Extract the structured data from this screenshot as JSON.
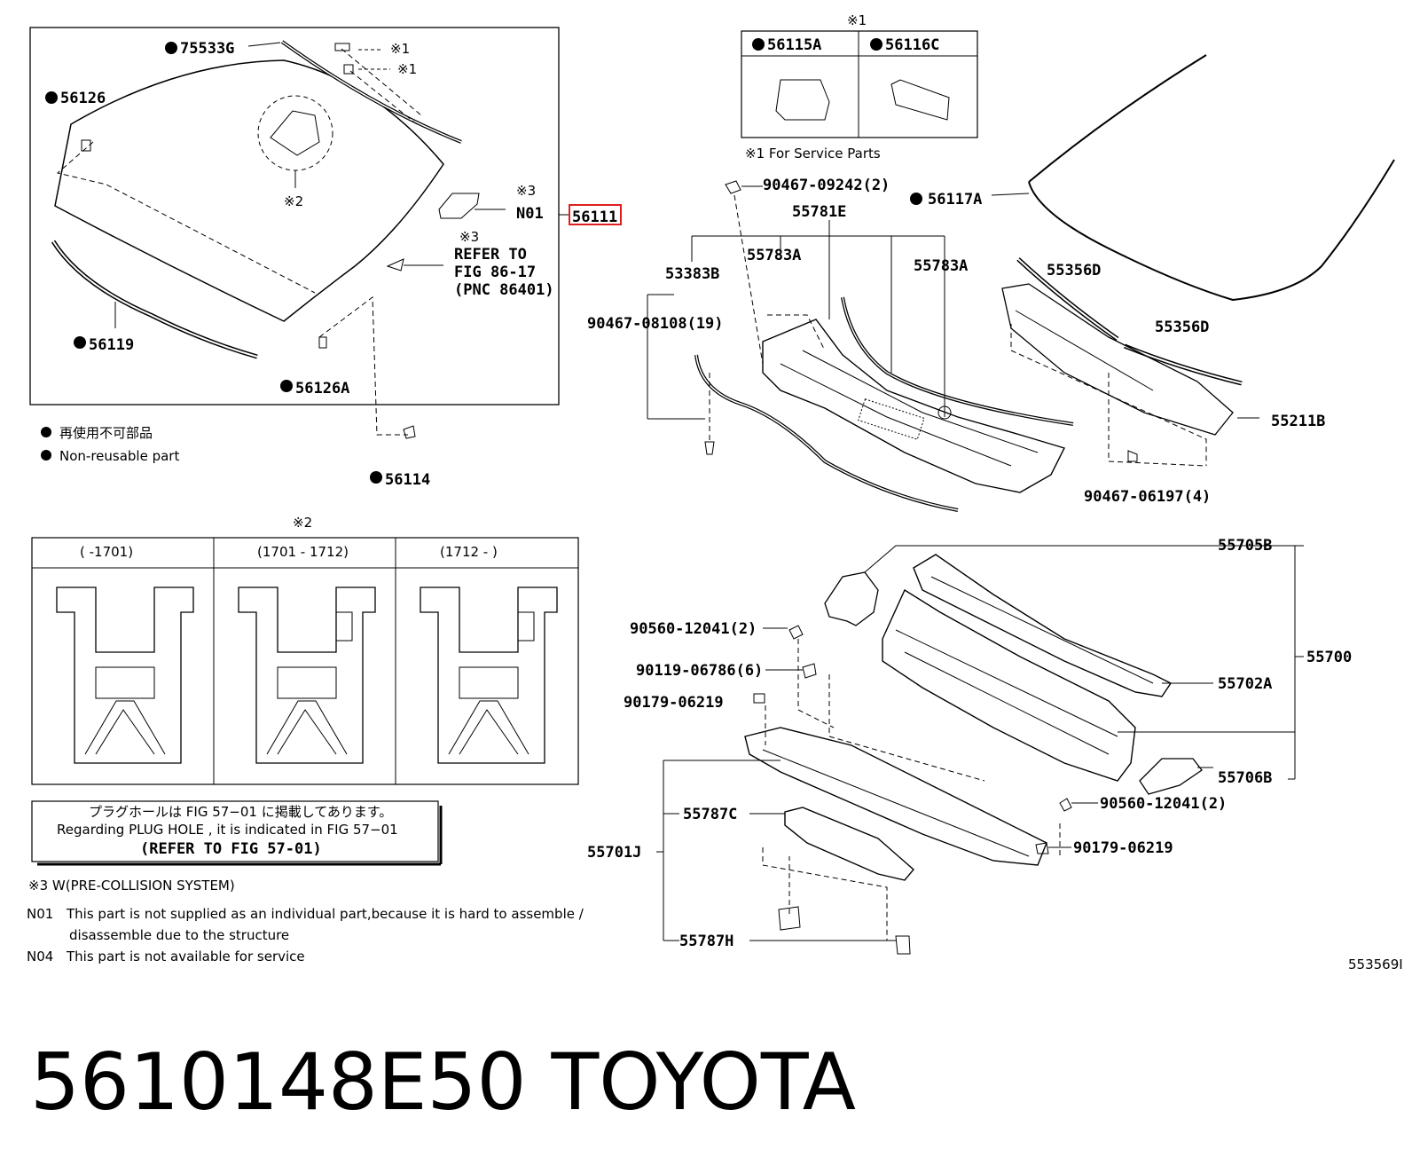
{
  "part_labels": {
    "p75533G": "75533G",
    "p56126": "56126",
    "p56119": "56119",
    "p56126A": "56126A",
    "p56114": "56114",
    "pN01": "N01",
    "p56111": "56111",
    "p56115A": "56115A",
    "p56116C": "56116C",
    "p90467_09242": "90467-09242(2)",
    "p56117A": "56117A",
    "p55781E": "55781E",
    "p53383B": "53383B",
    "p55783A_1": "55783A",
    "p55783A_2": "55783A",
    "p55356D_1": "55356D",
    "p55356D_2": "55356D",
    "p90467_08108": "90467-08108(19)",
    "p55211B": "55211B",
    "p90467_06197": "90467-06197(4)",
    "p55705B": "55705B",
    "p55700": "55700",
    "p90560_12041_a": "90560-12041(2)",
    "p90119_06786": "90119-06786(6)",
    "p90179_06219_a": "90179-06219",
    "p55702A": "55702A",
    "p55706B": "55706B",
    "p90560_12041_b": "90560-12041(2)",
    "p90179_06219_b": "90179-06219",
    "p55787C": "55787C",
    "p55701J": "55701J",
    "p55787H": "55787H"
  },
  "marks": {
    "m1": "※1",
    "m2": "※2",
    "m3": "※3"
  },
  "refer_note": [
    "REFER TO",
    "FIG 86-17",
    "(PNC 86401)"
  ],
  "service_note": "※1 For Service Parts",
  "legend": {
    "jp": "再使用不可部品",
    "en": "Non-reusable part"
  },
  "variants_table": {
    "headers": [
      "(    -1701)",
      "(1701 - 1712)",
      "(1712 -    )"
    ]
  },
  "plug_note": {
    "jp": "プラグホールは FIG 57−01 に掲載してあります。",
    "en": "Regarding  PLUG  HOLE , it is indicated in  FIG  57−01",
    "ref": "(REFER TO FIG 57-01)"
  },
  "footnotes": {
    "pcs": "※3 W(PRE-COLLISION SYSTEM)",
    "n01_code": "N01",
    "n01_line1": "This part is not supplied as an individual part,because it is hard to assemble /",
    "n01_line2": "disassemble due to the structure",
    "n04_code": "N04",
    "n04": "This part is not available for service"
  },
  "figure_id": "553569I",
  "big_title": "5610148E50   TOYOTA",
  "colors": {
    "highlight": "#e02020",
    "line": "#000000"
  }
}
